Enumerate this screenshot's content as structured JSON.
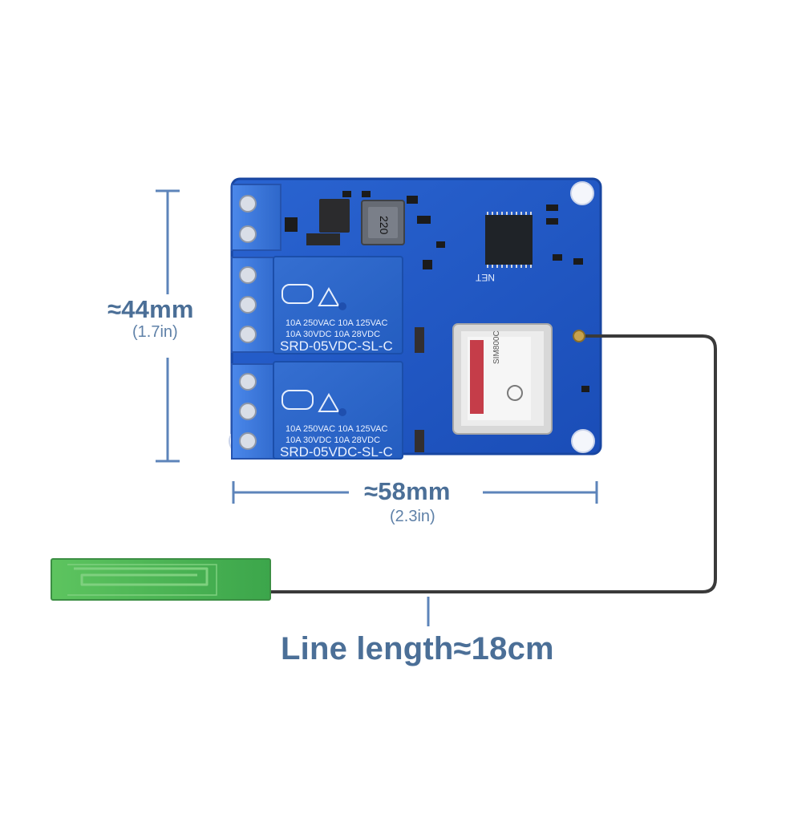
{
  "dimensions": {
    "height_label": "≈44mm",
    "height_label_sub": "(1.7in)",
    "width_label": "≈58mm",
    "width_label_sub": "(2.3in)",
    "line_length_label": "Line length≈18cm"
  },
  "board": {
    "relay_lines": [
      "10A 250VAC  10A 125VAC",
      "10A 30VDC   10A 28VDC",
      "SRD-05VDC-SL-C"
    ],
    "inductor_text": "220",
    "net_label": "NET",
    "module_text": "SIM800C"
  },
  "colors": {
    "pcb": "#1f56c7",
    "relay": "#2c67c8",
    "terminal": "#3f7be0",
    "dimension": "#5d84ba",
    "antenna": "#49b85a",
    "cable": "#3a3a3a"
  },
  "icons": {
    "height": "height-dimension-icon",
    "width": "width-dimension-icon",
    "line": "line-length-icon",
    "antenna": "antenna-icon"
  }
}
